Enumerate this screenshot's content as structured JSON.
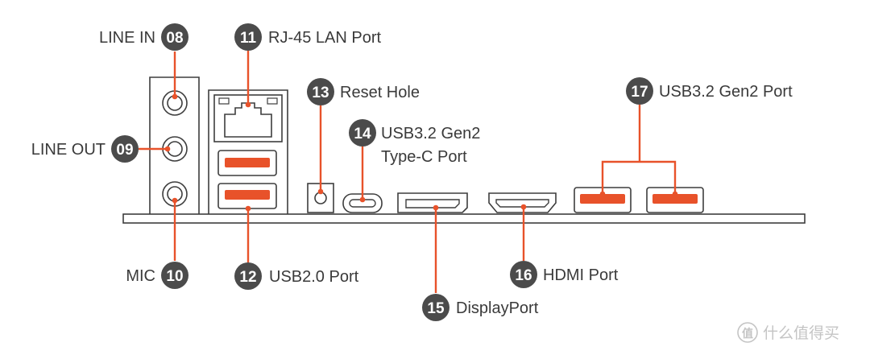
{
  "accent_color": "#e8522a",
  "badge_color": "#4b4b4b",
  "outline_color": "#3d3d3d",
  "callouts": [
    {
      "id": "line-in",
      "number": "08",
      "label": "LINE IN"
    },
    {
      "id": "line-out",
      "number": "09",
      "label": "LINE OUT"
    },
    {
      "id": "mic",
      "number": "10",
      "label": "MIC"
    },
    {
      "id": "rj45",
      "number": "11",
      "label": "RJ-45 LAN Port"
    },
    {
      "id": "usb20",
      "number": "12",
      "label": "USB2.0 Port"
    },
    {
      "id": "reset",
      "number": "13",
      "label": "Reset Hole"
    },
    {
      "id": "typec",
      "number": "14",
      "label": "USB3.2 Gen2",
      "label_line2": "Type-C Port"
    },
    {
      "id": "displayport",
      "number": "15",
      "label": "DisplayPort"
    },
    {
      "id": "hdmi",
      "number": "16",
      "label": "HDMI Port"
    },
    {
      "id": "usb32",
      "number": "17",
      "label": "USB3.2 Gen2 Port"
    }
  ],
  "watermark": {
    "icon": "zhi-circle-logo",
    "text": "什么值得买"
  }
}
